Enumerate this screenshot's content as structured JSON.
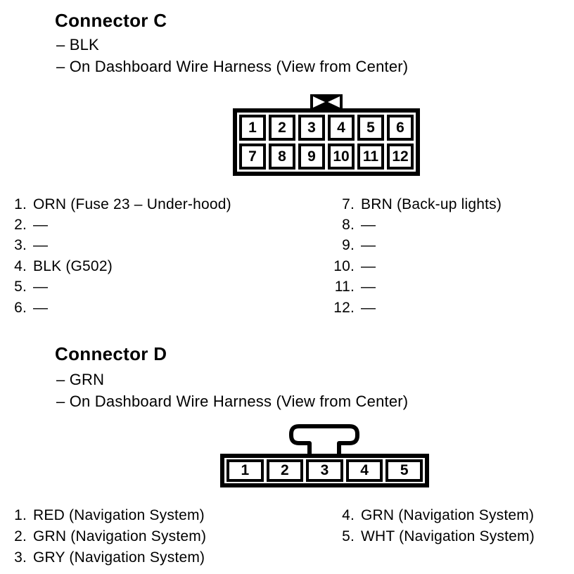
{
  "connector_c": {
    "title": "Connector C",
    "notes": [
      "– BLK",
      "– On Dashboard Wire Harness (View from Center)"
    ],
    "cells": [
      "1",
      "2",
      "3",
      "4",
      "5",
      "6",
      "7",
      "8",
      "9",
      "10",
      "11",
      "12"
    ],
    "pins_left": [
      {
        "num": "1.",
        "desc": "ORN (Fuse 23 – Under-hood)"
      },
      {
        "num": "2.",
        "desc": "—"
      },
      {
        "num": "3.",
        "desc": "—"
      },
      {
        "num": "4.",
        "desc": "BLK (G502)"
      },
      {
        "num": "5.",
        "desc": "—"
      },
      {
        "num": "6.",
        "desc": "—"
      }
    ],
    "pins_right": [
      {
        "num": "7.",
        "desc": "BRN (Back-up lights)"
      },
      {
        "num": "8.",
        "desc": "—"
      },
      {
        "num": "9.",
        "desc": "—"
      },
      {
        "num": "10.",
        "desc": "—"
      },
      {
        "num": "11.",
        "desc": "—"
      },
      {
        "num": "12.",
        "desc": "—"
      }
    ]
  },
  "connector_d": {
    "title": "Connector D",
    "notes": [
      "– GRN",
      "– On Dashboard Wire Harness (View from Center)"
    ],
    "cells": [
      "1",
      "2",
      "3",
      "4",
      "5"
    ],
    "pins_left": [
      {
        "num": "1.",
        "desc": "RED (Navigation System)"
      },
      {
        "num": "2.",
        "desc": "GRN (Navigation System)"
      },
      {
        "num": "3.",
        "desc": "GRY (Navigation System)"
      }
    ],
    "pins_right": [
      {
        "num": "4.",
        "desc": "GRN (Navigation System)"
      },
      {
        "num": "5.",
        "desc": "WHT (Navigation System)"
      }
    ]
  },
  "colors": {
    "ink": "#000000",
    "paper": "#ffffff"
  }
}
